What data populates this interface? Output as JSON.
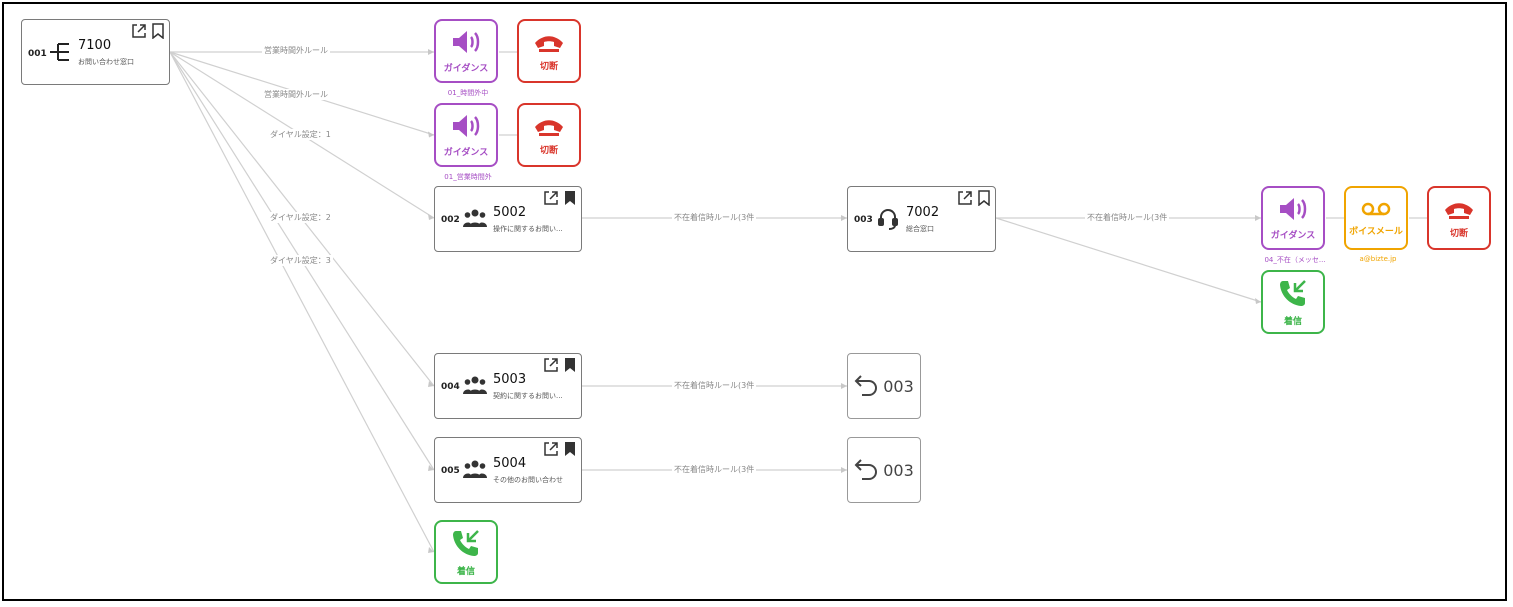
{
  "nodes": {
    "n001": {
      "id": "001",
      "number": "7100",
      "subtitle": "お問い合わせ窓口"
    },
    "n002": {
      "id": "002",
      "number": "5002",
      "subtitle": "操作に関するお問い..."
    },
    "n003": {
      "id": "003",
      "number": "7002",
      "subtitle": "総合窓口"
    },
    "n004": {
      "id": "004",
      "number": "5003",
      "subtitle": "契約に関するお問い..."
    },
    "n005": {
      "id": "005",
      "number": "5004",
      "subtitle": "その他のお問い合わせ"
    }
  },
  "edge_labels": {
    "l1": "営業時間外ルール",
    "l2": "営業時間外ルール",
    "l3": "ダイヤル設定：1",
    "l4": "ダイヤル設定：2",
    "l5": "ダイヤル設定：3",
    "l6": "不在着信時ルール(3件",
    "l7": "不在着信時ルール(3件",
    "l8": "不在着信時ルール(3件",
    "l9": "不在着信時ルール(3件"
  },
  "tiles": {
    "guidance_label": "ガイダンス",
    "hangup_label": "切断",
    "incoming_label": "着信",
    "voicemail_label": "ボイスメール",
    "guidance1_caption": "01_時間外中",
    "guidance2_caption": "01_営業時間外",
    "guidance3_caption": "04_不在（メッセ...",
    "voicemail_caption": "a@bizte.jp"
  },
  "gotos": {
    "g1": "003",
    "g2": "003"
  },
  "colors": {
    "guidance": "#a64ec4",
    "hangup": "#d9352b",
    "incoming": "#3db54a",
    "voicemail": "#f0a400",
    "edge": "#d0d0d0"
  },
  "icons": {
    "ivr": "ivr-tree-icon",
    "group": "group-icon",
    "operator": "headset-icon",
    "guidance": "speaker-icon",
    "hangup": "hangup-phone-icon",
    "incoming": "incoming-call-icon",
    "voicemail": "voicemail-icon",
    "goto": "return-arrow-icon",
    "open": "external-link-icon",
    "bookmark": "bookmark-icon"
  }
}
